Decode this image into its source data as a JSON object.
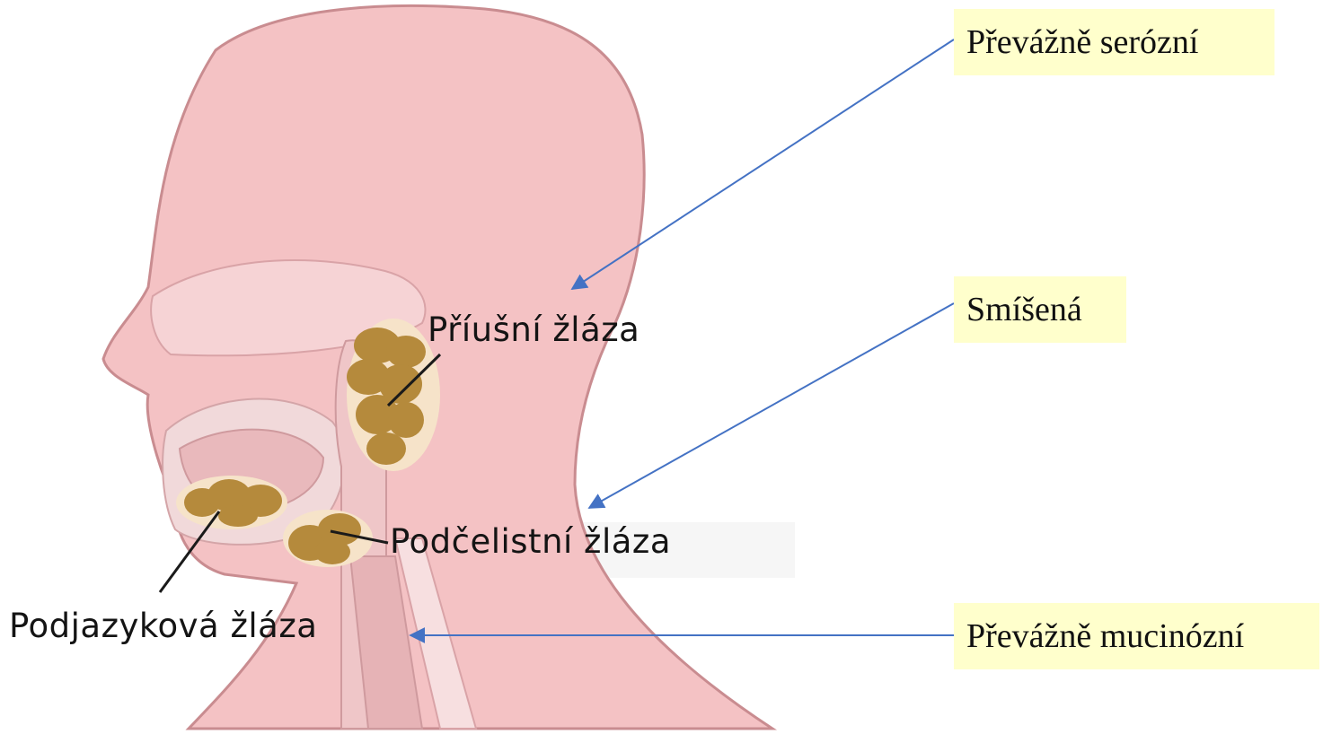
{
  "diagram": {
    "gland_labels": {
      "parotid": "Příušní žláza",
      "submandibular": "Podčelistní žláza",
      "sublingual": "Podjazyková žláza"
    },
    "annotations": {
      "serous": "Převážně serózní",
      "mixed": "Smíšená",
      "mucous": "Převážně mucinózní"
    },
    "colors": {
      "skin": "#f4c2c4",
      "skin_outline": "#c98c90",
      "gland": "#b58a3c",
      "note_background": "#ffffcc",
      "arrow": "#4472c4"
    }
  }
}
